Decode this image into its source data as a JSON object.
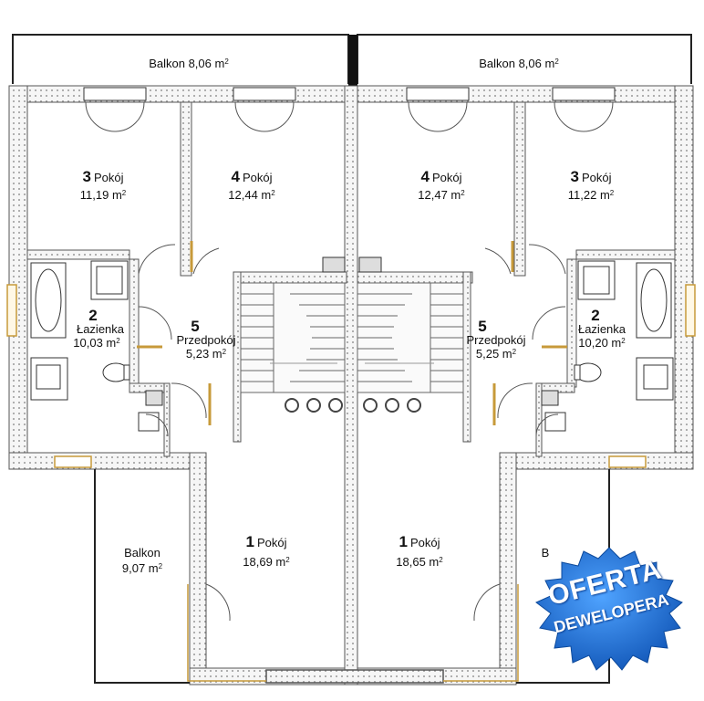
{
  "rooms": {
    "balcony_top_left": {
      "text": "Balkon 8,06 m"
    },
    "balcony_top_right": {
      "text": "Balkon 8,06 m"
    },
    "room_3_left": {
      "number": "3",
      "name": "Pokój",
      "area": "11,19 m"
    },
    "room_4_left": {
      "number": "4",
      "name": "Pokój",
      "area": "12,44 m"
    },
    "room_4_right": {
      "number": "4",
      "name": "Pokój",
      "area": "12,47 m"
    },
    "room_3_right": {
      "number": "3",
      "name": "Pokój",
      "area": "11,22 m"
    },
    "bath_left": {
      "number": "2",
      "name": "Łazienka",
      "area": "10,03 m"
    },
    "bath_right": {
      "number": "2",
      "name": "Łazienka",
      "area": "10,20 m"
    },
    "hall_left": {
      "number": "5",
      "name": "Przedpokój",
      "area": "5,23 m"
    },
    "hall_right": {
      "number": "5",
      "name": "Przedpokój",
      "area": "5,25 m"
    },
    "room_1_left": {
      "number": "1",
      "name": "Pokój",
      "area": "18,69 m"
    },
    "room_1_right": {
      "number": "1",
      "name": "Pokój",
      "area": "18,65 m"
    },
    "balcony_bottom_left": {
      "name": "Balkon",
      "area": "9,07 m"
    },
    "balcony_bottom_right_partial": {
      "name": "B"
    }
  },
  "sup": "2",
  "badge": {
    "line1": "OFERTA",
    "line2": "DEWELOPERA",
    "color": "#1e6fd6"
  },
  "colors": {
    "wall_fill": "#f4f4f4",
    "wall_stroke": "#555555",
    "door_accent": "#c79a3a",
    "line": "#222222"
  }
}
